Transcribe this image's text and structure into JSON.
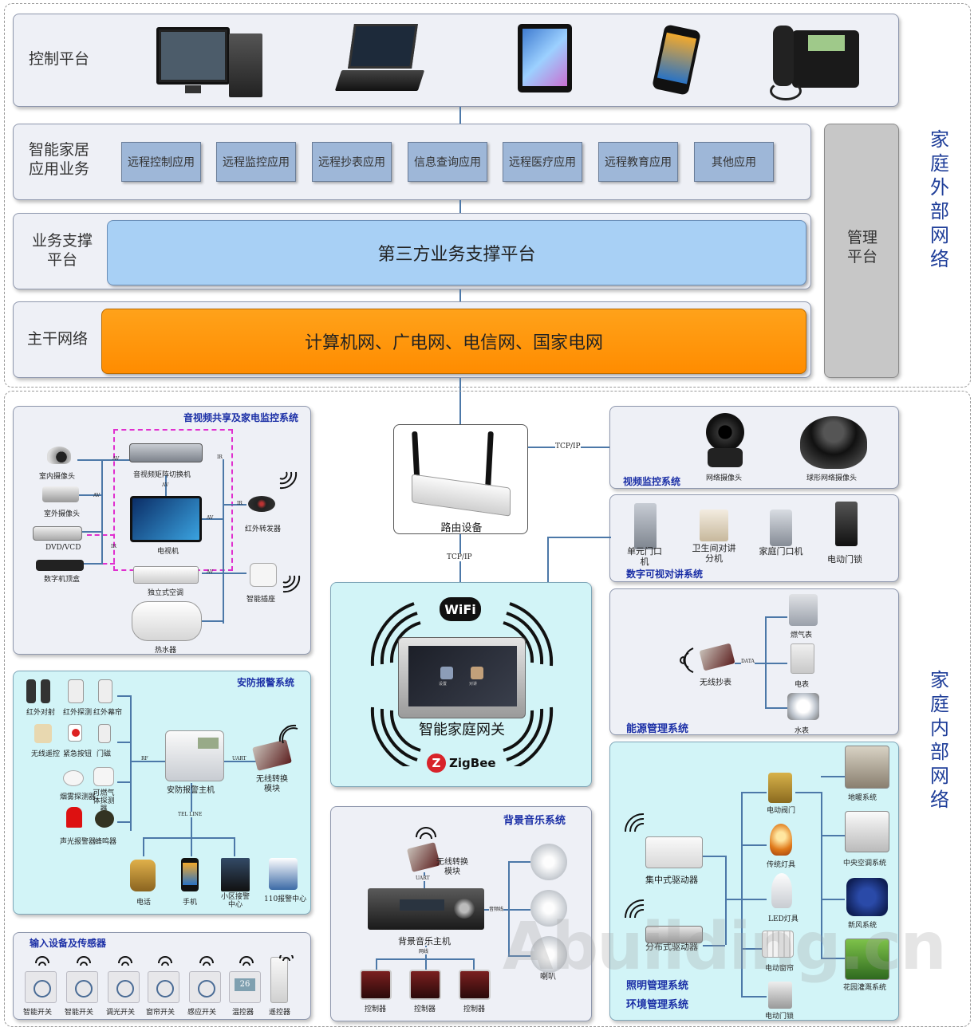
{
  "outer_network": {
    "side_label": "家庭外部网络",
    "control_platform": {
      "label": "控制平台",
      "devices": [
        "desktop-pc",
        "laptop",
        "tablet",
        "smartphone",
        "telephone"
      ]
    },
    "app_business": {
      "label": "智能家居应用业务",
      "apps": [
        "远程控制应用",
        "远程监控应用",
        "远程抄表应用",
        "信息查询应用",
        "远程医疗应用",
        "远程教育应用",
        "其他应用"
      ]
    },
    "support": {
      "label": "业务支撑平台",
      "bar": "第三方业务支撑平台"
    },
    "backbone": {
      "label": "主干网络",
      "bar": "计算机网、广电网、电信网、国家电网"
    },
    "management": {
      "label": "管理平台"
    }
  },
  "inner_network": {
    "side_label": "家庭内部网络",
    "router": {
      "label": "路由设备",
      "link_top": "TCP/IP",
      "link_bottom": "TCP/IP"
    },
    "gateway": {
      "label": "智能家庭网关",
      "wifi": "WiFi",
      "zigbee": "ZigBee",
      "screen_icons": [
        "设置",
        "对讲"
      ]
    },
    "av_system": {
      "title": "音视频共享及家电监控系统",
      "items": [
        "室内摄像头",
        "室外摄像头",
        "DVD/VCD",
        "数字机顶盒",
        "音视频矩阵切换机",
        "电视机",
        "独立式空调",
        "热水器",
        "红外转发器",
        "智能插座"
      ],
      "links": [
        "AV",
        "AV",
        "AV",
        "AV",
        "AV",
        "IR",
        "IR",
        "IR"
      ]
    },
    "security": {
      "title": "安防报警系统",
      "sensors": [
        "红外对射",
        "红外探测",
        "红外幕帘",
        "无线遥控",
        "紧急按钮",
        "门磁",
        "烟雾探测器",
        "可燃气体探测器",
        "声光报警器",
        "蜂鸣器"
      ],
      "host": "安防报警主机",
      "wireless": "无线转换模块",
      "links": {
        "rf": "RF",
        "uart": "UART",
        "tel": "TEL LINE"
      },
      "outputs": [
        "电话",
        "手机",
        "小区接警中心",
        "110报警中心"
      ]
    },
    "inputs": {
      "title": "输入设备及传感器",
      "items": [
        "智能开关",
        "智能开关",
        "调光开关",
        "窗帘开关",
        "感应开关",
        "温控器",
        "遥控器"
      ],
      "display": "26"
    },
    "video": {
      "title": "视频监控系统",
      "items": [
        "网络摄像头",
        "球形网络摄像头"
      ],
      "link": "TCP/IP"
    },
    "intercom": {
      "title": "数字可视对讲系统",
      "items": [
        "单元门口机",
        "卫生间对讲分机",
        "家庭门口机",
        "电动门锁"
      ]
    },
    "energy": {
      "title": "能源管理系统",
      "reader": "无线抄表",
      "link": "DATA",
      "meters": [
        "燃气表",
        "电表",
        "水表"
      ]
    },
    "music": {
      "title": "背景音乐系统",
      "wireless": "无线转换模块",
      "host": "背景音乐主机",
      "links": {
        "uart": "UART",
        "net": "网线",
        "audio": "音频线"
      },
      "controllers": [
        "控制器",
        "控制器",
        "控制器"
      ],
      "speaker": "喇叭"
    },
    "lighting": {
      "titles": [
        "照明管理系统",
        "环境管理系统"
      ],
      "drivers": [
        "集中式驱动器",
        "分布式驱动器"
      ],
      "devices": [
        "电动阀门",
        "传统灯具",
        "LED灯具",
        "电动窗帘",
        "电动门锁"
      ],
      "systems": [
        "地暖系统",
        "中央空调系统",
        "新风系统",
        "花园灌溉系统"
      ]
    }
  },
  "watermark": "Abuilding.cn",
  "colors": {
    "accent_blue": "#1b2fa6",
    "support_bar": "#a8d0f5",
    "backbone_bar": "#ff9900",
    "gateway_bg": "#d2f4f7"
  }
}
